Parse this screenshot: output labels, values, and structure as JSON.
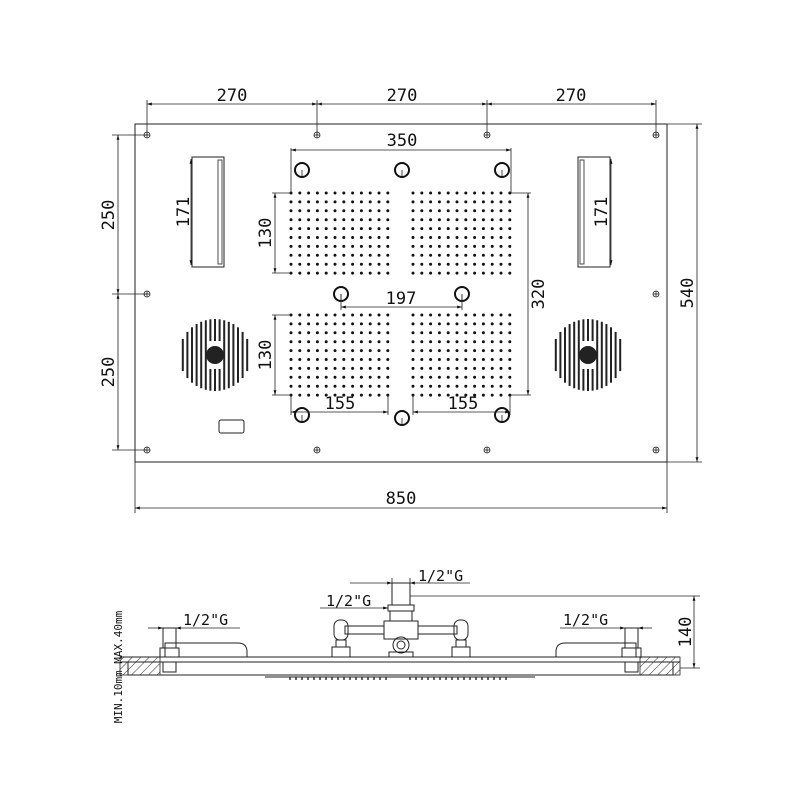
{
  "top_view": {
    "dims": {
      "hole_spacing_1": "270",
      "hole_spacing_2": "270",
      "hole_spacing_3": "270",
      "height_upper": "250",
      "height_lower": "250",
      "total_height": "540",
      "total_width": "850",
      "nozzle_width": "350",
      "grid_height_upper": "130",
      "grid_height_lower": "130",
      "light_length_left": "171",
      "light_length_right": "171",
      "mount_spacing": "197",
      "grid_span": "320",
      "grid_width_left": "155",
      "grid_width_right": "155"
    }
  },
  "side_view": {
    "thread_top": "1/2\"G",
    "thread_center": "1/2\"G",
    "thread_left": "1/2\"G",
    "thread_right": "1/2\"G",
    "height": "140",
    "ceiling_note": "MIN.10mm MAX.40mm"
  }
}
